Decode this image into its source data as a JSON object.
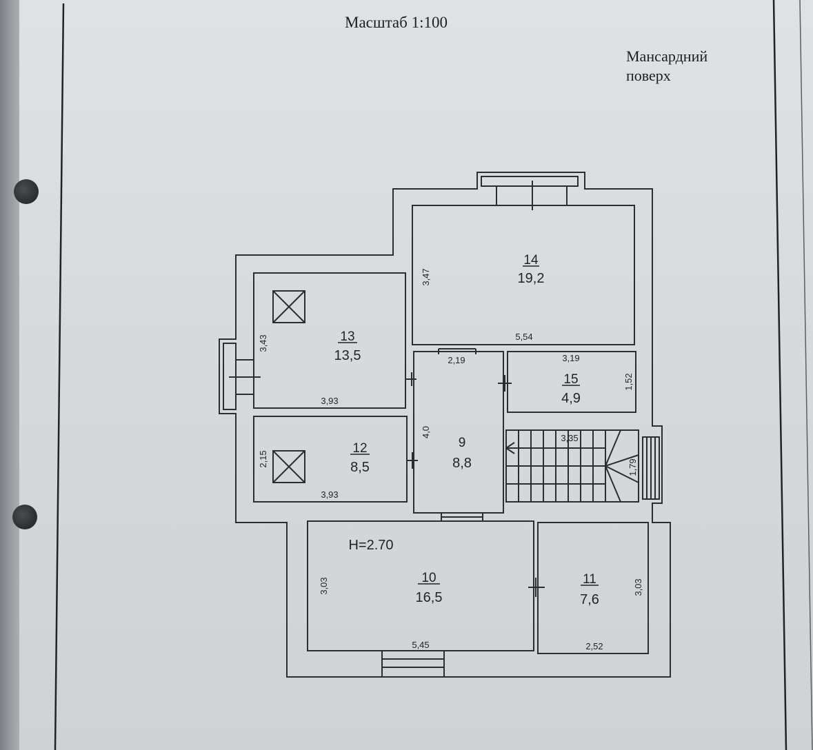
{
  "header": {
    "scale_label": "Масштаб 1:100",
    "floor_label_line1": "Мансардний",
    "floor_label_line2": "поверх"
  },
  "plan": {
    "ceiling_height": "H=2.70",
    "rooms": [
      {
        "id": "room-14",
        "number": "14",
        "area": "19,2"
      },
      {
        "id": "room-13",
        "number": "13",
        "area": "13,5"
      },
      {
        "id": "room-15",
        "number": "15",
        "area": "4,9"
      },
      {
        "id": "room-12",
        "number": "12",
        "area": "8,5"
      },
      {
        "id": "room-9",
        "number": "9",
        "area": "8,8"
      },
      {
        "id": "room-10",
        "number": "10",
        "area": "16,5"
      },
      {
        "id": "room-11",
        "number": "11",
        "area": "7,6"
      }
    ],
    "dimensions": {
      "d_347": "3,47",
      "d_554": "5,54",
      "d_343": "3,43",
      "d_393a": "3,93",
      "d_219": "2,19",
      "d_319": "3,19",
      "d_152": "1,52",
      "d_40": "4,0",
      "d_335": "3,35",
      "d_179": "1,79",
      "d_215": "2,15",
      "d_393b": "3,93",
      "d_303a": "3,03",
      "d_545": "5,45",
      "d_303b": "3,03",
      "d_252": "2,52"
    }
  },
  "colors": {
    "ink": "#2a2d31",
    "paper": "#d9dcdf"
  }
}
